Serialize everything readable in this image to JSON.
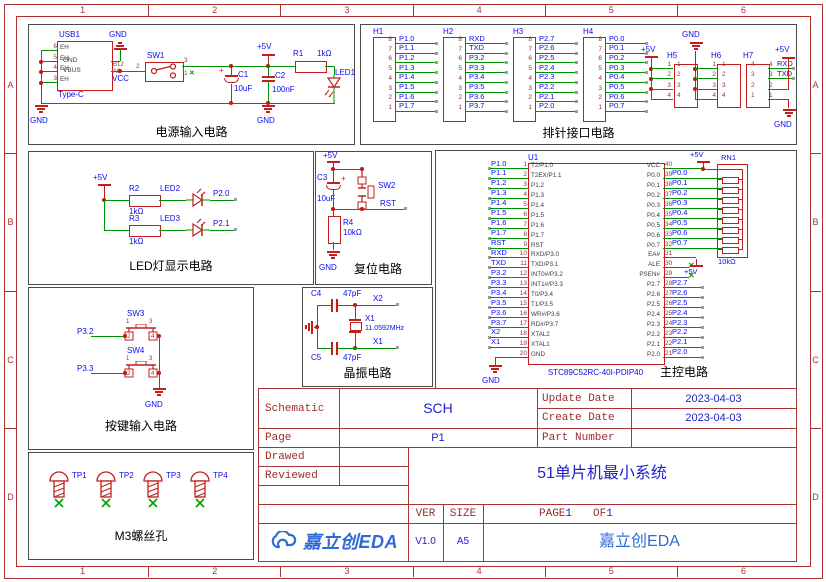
{
  "frame": {
    "top_nums": [
      "1",
      "2",
      "3",
      "4",
      "5",
      "6"
    ],
    "side_letters": [
      "A",
      "B",
      "C",
      "D"
    ]
  },
  "icons": {
    "nc": "✕",
    "plus": "+"
  },
  "power": {
    "caption": "电源输入电路",
    "usb": {
      "ref": "USB1",
      "pkg": "Type-C",
      "pins_left": [
        {
          "num": "6",
          "name": "EH"
        },
        {
          "num": "5",
          "name": "EH"
        },
        {
          "num": "4",
          "name": "EH"
        },
        {
          "num": "3",
          "name": "EH"
        }
      ],
      "gnd_pin_num": "B12",
      "gnd_pin_name": "GND",
      "vbus_pin_num": "A9",
      "vbus_pin_name": "VBUS"
    },
    "net_vcc": "VCC",
    "gnd": "GND",
    "p5v": "+5V",
    "sw1": {
      "ref": "SW1",
      "p2": "2",
      "p3": "3",
      "p1": "1"
    },
    "c1": {
      "ref": "C1",
      "val": "10uF"
    },
    "c2": {
      "ref": "C2",
      "val": "100nF"
    },
    "r1": {
      "ref": "R1",
      "val": "1kΩ"
    },
    "led1": "LED1"
  },
  "headers": {
    "caption": "排针接口电路",
    "nums8": [
      "8",
      "7",
      "6",
      "5",
      "4",
      "3",
      "2",
      "1"
    ],
    "h1": {
      "ref": "H1",
      "nets": [
        "P1.0",
        "P1.1",
        "P1.2",
        "P1.3",
        "P1.4",
        "P1.5",
        "P1.6",
        "P1.7"
      ]
    },
    "h2": {
      "ref": "H2",
      "nets": [
        "RXD",
        "TXD",
        "P3.2",
        "P3.3",
        "P3.4",
        "P3.5",
        "P3.6",
        "P3.7"
      ]
    },
    "h3": {
      "ref": "H3",
      "nets": [
        "P2.7",
        "P2.6",
        "P2.5",
        "P2.4",
        "P2.3",
        "P2.2",
        "P2.1",
        "P2.0"
      ]
    },
    "h4": {
      "ref": "H4",
      "nets": [
        "P0.0",
        "P0.1",
        "P0.2",
        "P0.3",
        "P0.4",
        "P0.5",
        "P0.6",
        "P0.7"
      ]
    },
    "h5": {
      "ref": "H5",
      "nums": [
        "1",
        "2",
        "3",
        "4"
      ]
    },
    "h6": {
      "ref": "H6",
      "nums": [
        "1",
        "2",
        "3",
        "4"
      ]
    },
    "h7": {
      "ref": "H7",
      "rows": [
        {
          "num": "4",
          "net": "RXD",
          "type": "net"
        },
        {
          "num": "3",
          "net": "TXD",
          "type": "net"
        },
        {
          "num": "2",
          "net": "",
          "type": "up"
        },
        {
          "num": "1",
          "net": "",
          "type": "down"
        }
      ]
    },
    "p5v": "+5V",
    "gnd": "GND"
  },
  "led": {
    "caption": "LED灯显示电路",
    "p5v": "+5V",
    "rows": [
      {
        "r": "R2",
        "rv": "1kΩ",
        "led": "LED2",
        "net": "P2.0"
      },
      {
        "r": "R3",
        "rv": "1kΩ",
        "led": "LED3",
        "net": "P2.1"
      }
    ]
  },
  "reset": {
    "caption": "复位电路",
    "p5v": "+5V",
    "c3": "C3",
    "c3v": "10uF",
    "sw": "SW2",
    "net": "RST",
    "r4": "R4",
    "r4v": "10kΩ",
    "gnd": "GND"
  },
  "crystal": {
    "caption": "晶振电路",
    "c4": "C4",
    "c4v": "47pF",
    "c5": "C5",
    "c5v": "47pF",
    "xref": "X1",
    "xval": "11.0592MHz",
    "net_top": "X2",
    "net_bot": "X1"
  },
  "mcu": {
    "caption": "主控电路",
    "ref": "U1",
    "part": "STC89C52RC-40I-PDIP40",
    "p5v": "+5V",
    "gnd": "GND",
    "rn": {
      "ref": "RN1",
      "val": "10kΩ",
      "res": [
        "",
        "",
        "",
        "",
        "",
        "",
        "",
        ""
      ]
    },
    "left": [
      {
        "num": "1",
        "name": "T2/P1.0",
        "net": "P1.0",
        "type": "net"
      },
      {
        "num": "2",
        "name": "T2EX/P1.1",
        "net": "P1.1",
        "type": "net"
      },
      {
        "num": "3",
        "name": "P1.2",
        "net": "P1.2",
        "type": "net"
      },
      {
        "num": "4",
        "name": "P1.3",
        "net": "P1.3",
        "type": "net"
      },
      {
        "num": "5",
        "name": "P1.4",
        "net": "P1.4",
        "type": "net"
      },
      {
        "num": "6",
        "name": "P1.5",
        "net": "P1.5",
        "type": "net"
      },
      {
        "num": "7",
        "name": "P1.6",
        "net": "P1.6",
        "type": "net"
      },
      {
        "num": "8",
        "name": "P1.7",
        "net": "P1.7",
        "type": "net"
      },
      {
        "num": "9",
        "name": "RST",
        "net": "RST",
        "type": "net"
      },
      {
        "num": "10",
        "name": "RXD/P3.0",
        "net": "RXD",
        "type": "net"
      },
      {
        "num": "11",
        "name": "TXD/P3.1",
        "net": "TXD",
        "type": "net"
      },
      {
        "num": "12",
        "name": "INT0#/P3.2",
        "net": "P3.2",
        "type": "net"
      },
      {
        "num": "13",
        "name": "INT1#/P3.3",
        "net": "P3.3",
        "type": "net"
      },
      {
        "num": "14",
        "name": "T0/P3.4",
        "net": "P3.4",
        "type": "net"
      },
      {
        "num": "15",
        "name": "T1/P3.5",
        "net": "P3.5",
        "type": "net"
      },
      {
        "num": "16",
        "name": "WR#/P3.6",
        "net": "P3.6",
        "type": "net"
      },
      {
        "num": "17",
        "name": "RD#/P3.7",
        "net": "P3.7",
        "type": "net"
      },
      {
        "num": "18",
        "name": "XTAL2",
        "net": "X2",
        "type": "net"
      },
      {
        "num": "19",
        "name": "XTAL1",
        "net": "X1",
        "type": "net"
      },
      {
        "num": "20",
        "name": "GND",
        "net": "",
        "type": "gnd"
      }
    ],
    "right": [
      {
        "num": "40",
        "name": "VCC",
        "net": "",
        "type": "p5v"
      },
      {
        "num": "39",
        "name": "P0.0",
        "net": "P0.0",
        "type": "rn"
      },
      {
        "num": "38",
        "name": "P0.1",
        "net": "P0.1",
        "type": "rn"
      },
      {
        "num": "37",
        "name": "P0.2",
        "net": "P0.2",
        "type": "rn"
      },
      {
        "num": "36",
        "name": "P0.3",
        "net": "P0.3",
        "type": "rn"
      },
      {
        "num": "35",
        "name": "P0.4",
        "net": "P0.4",
        "type": "rn"
      },
      {
        "num": "34",
        "name": "P0.5",
        "net": "P0.5",
        "type": "rn"
      },
      {
        "num": "33",
        "name": "P0.6",
        "net": "P0.6",
        "type": "rn"
      },
      {
        "num": "32",
        "name": "P0.7",
        "net": "P0.7",
        "type": "rn"
      },
      {
        "num": "31",
        "name": "EA#",
        "net": "",
        "type": "p5vd"
      },
      {
        "num": "30",
        "name": "ALE",
        "net": "",
        "type": "nc"
      },
      {
        "num": "29",
        "name": "PSEN#",
        "net": "",
        "type": "nc"
      },
      {
        "num": "28",
        "name": "P2.7",
        "net": "P2.7",
        "type": "net"
      },
      {
        "num": "27",
        "name": "P2.6",
        "net": "P2.6",
        "type": "net"
      },
      {
        "num": "26",
        "name": "P2.5",
        "net": "P2.5",
        "type": "net"
      },
      {
        "num": "25",
        "name": "P2.4",
        "net": "P2.4",
        "type": "net"
      },
      {
        "num": "24",
        "name": "P2.3",
        "net": "P2.3",
        "type": "net"
      },
      {
        "num": "23",
        "name": "P2.2",
        "net": "P2.2",
        "type": "net"
      },
      {
        "num": "22",
        "name": "P2.1",
        "net": "P2.1",
        "type": "net"
      },
      {
        "num": "21",
        "name": "P2.0",
        "net": "P2.0",
        "type": "net"
      }
    ]
  },
  "buttons": {
    "caption": "按键输入电路",
    "gnd": "GND",
    "rows": [
      {
        "ref": "SW3",
        "net": "P3.2",
        "n1": "1",
        "n2": "2",
        "n3": "3",
        "n4": "4"
      },
      {
        "ref": "SW4",
        "net": "P3.3",
        "n1": "1",
        "n2": "2",
        "n3": "3",
        "n4": "4"
      }
    ]
  },
  "m3": {
    "caption": "M3螺丝孔",
    "tps": [
      "TP1",
      "TP2",
      "TP3",
      "TP4"
    ]
  },
  "titleblock": {
    "schematic_label": "Schematic",
    "schematic_value": "SCH",
    "update_label": "Update Date",
    "update_value": "2023-04-03",
    "create_label": "Create Date",
    "create_value": "2023-04-03",
    "page_label": "Page",
    "page_value": "P1",
    "part_label": "Part Number",
    "drawed_label": "Drawed",
    "reviewed_label": "Reviewed",
    "title": "51单片机最小系统",
    "ver_label": "VER",
    "size_label": "SIZE",
    "page_hdr": "PAGE",
    "page_num": "1",
    "of_hdr": "OF",
    "of_num": "1",
    "ver_value": "V1.0",
    "size_value": "A5",
    "logo_text": "嘉立创EDA",
    "company": "嘉立创EDA"
  }
}
